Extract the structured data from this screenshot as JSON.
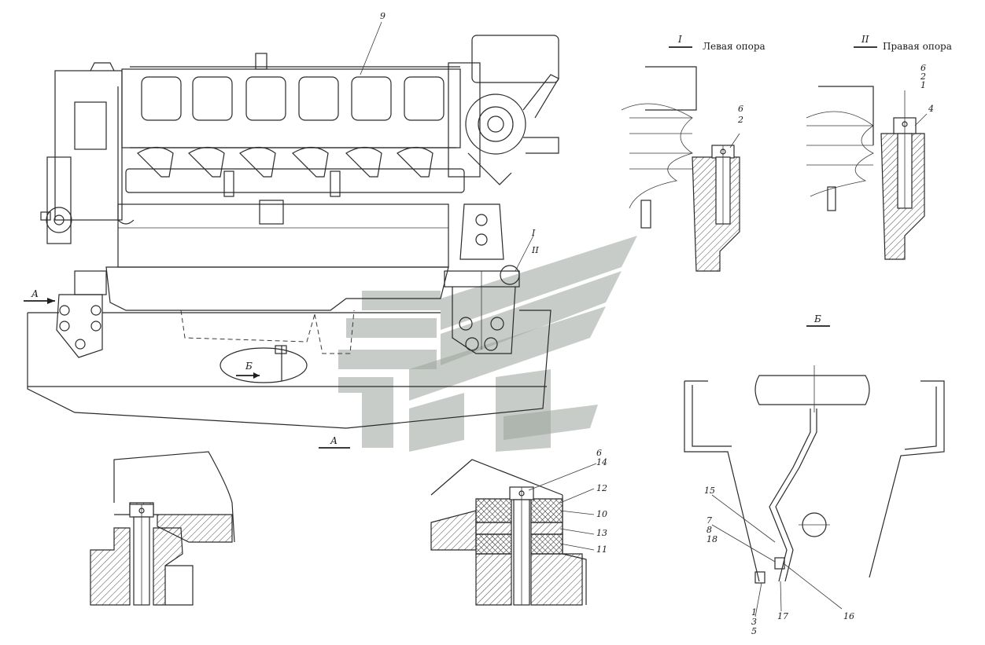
{
  "captions": {
    "left_mount_num": "I",
    "left_mount": "Левая опора",
    "right_mount_num": "II",
    "right_mount": "Правая опора",
    "view_a": "А",
    "view_b": "Б",
    "view_a_arrow": "А",
    "view_b_marker": "Б"
  },
  "callouts": {
    "c9": "9",
    "cI": "I",
    "cII": "II",
    "left_6": "6",
    "left_2": "2",
    "right_6": "6",
    "right_2": "2",
    "right_1": "1",
    "right_4": "4",
    "a_6": "6",
    "a_14": "14",
    "a_12": "12",
    "a_10": "10",
    "a_13": "13",
    "a_11": "11",
    "b_15": "15",
    "b_7": "7",
    "b_8": "8",
    "b_18": "18",
    "b_1": "1",
    "b_3": "3",
    "b_5": "5",
    "b_17": "17",
    "b_16": "16"
  },
  "colors": {
    "line": "#2a2a2a",
    "watermark": "#9aa39a",
    "background": "#ffffff"
  }
}
